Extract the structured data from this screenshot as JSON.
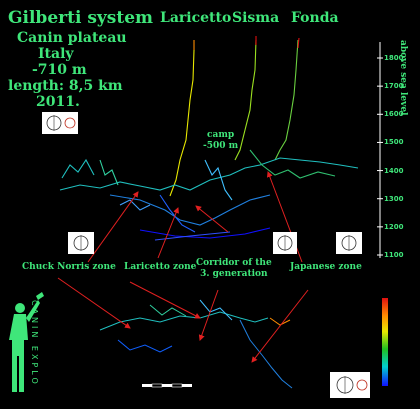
{
  "title": "Gilberti system",
  "info": {
    "plateau": "Canin plateau",
    "country": "Italy",
    "depth": "-710 m",
    "length": "length: 8,5 km",
    "year": "2011."
  },
  "entrances": [
    "Laricetto",
    "Sisma",
    "Fonda"
  ],
  "camp_label": "camp\n-500 m",
  "zones": {
    "chuck_norris": "Chuck Norris zone",
    "laricetto": "Laricetto zone",
    "corridor": "Corridor of the\n3. generation",
    "japanese": "Japanese zone"
  },
  "axis": {
    "label": "above sea level",
    "ticks": [
      "1800",
      "1700",
      "1600",
      "1500",
      "1400",
      "1300",
      "1200",
      "1100"
    ],
    "min": 1100,
    "max": 1850
  },
  "brand": "CANIN EXPLO",
  "colors": {
    "text": "#3fe67a",
    "background": "#000000",
    "arrow": "#e02020",
    "gradient": [
      "#e01010",
      "#ff8c00",
      "#e8e800",
      "#20c020",
      "#00d0d0",
      "#1010ff"
    ]
  }
}
